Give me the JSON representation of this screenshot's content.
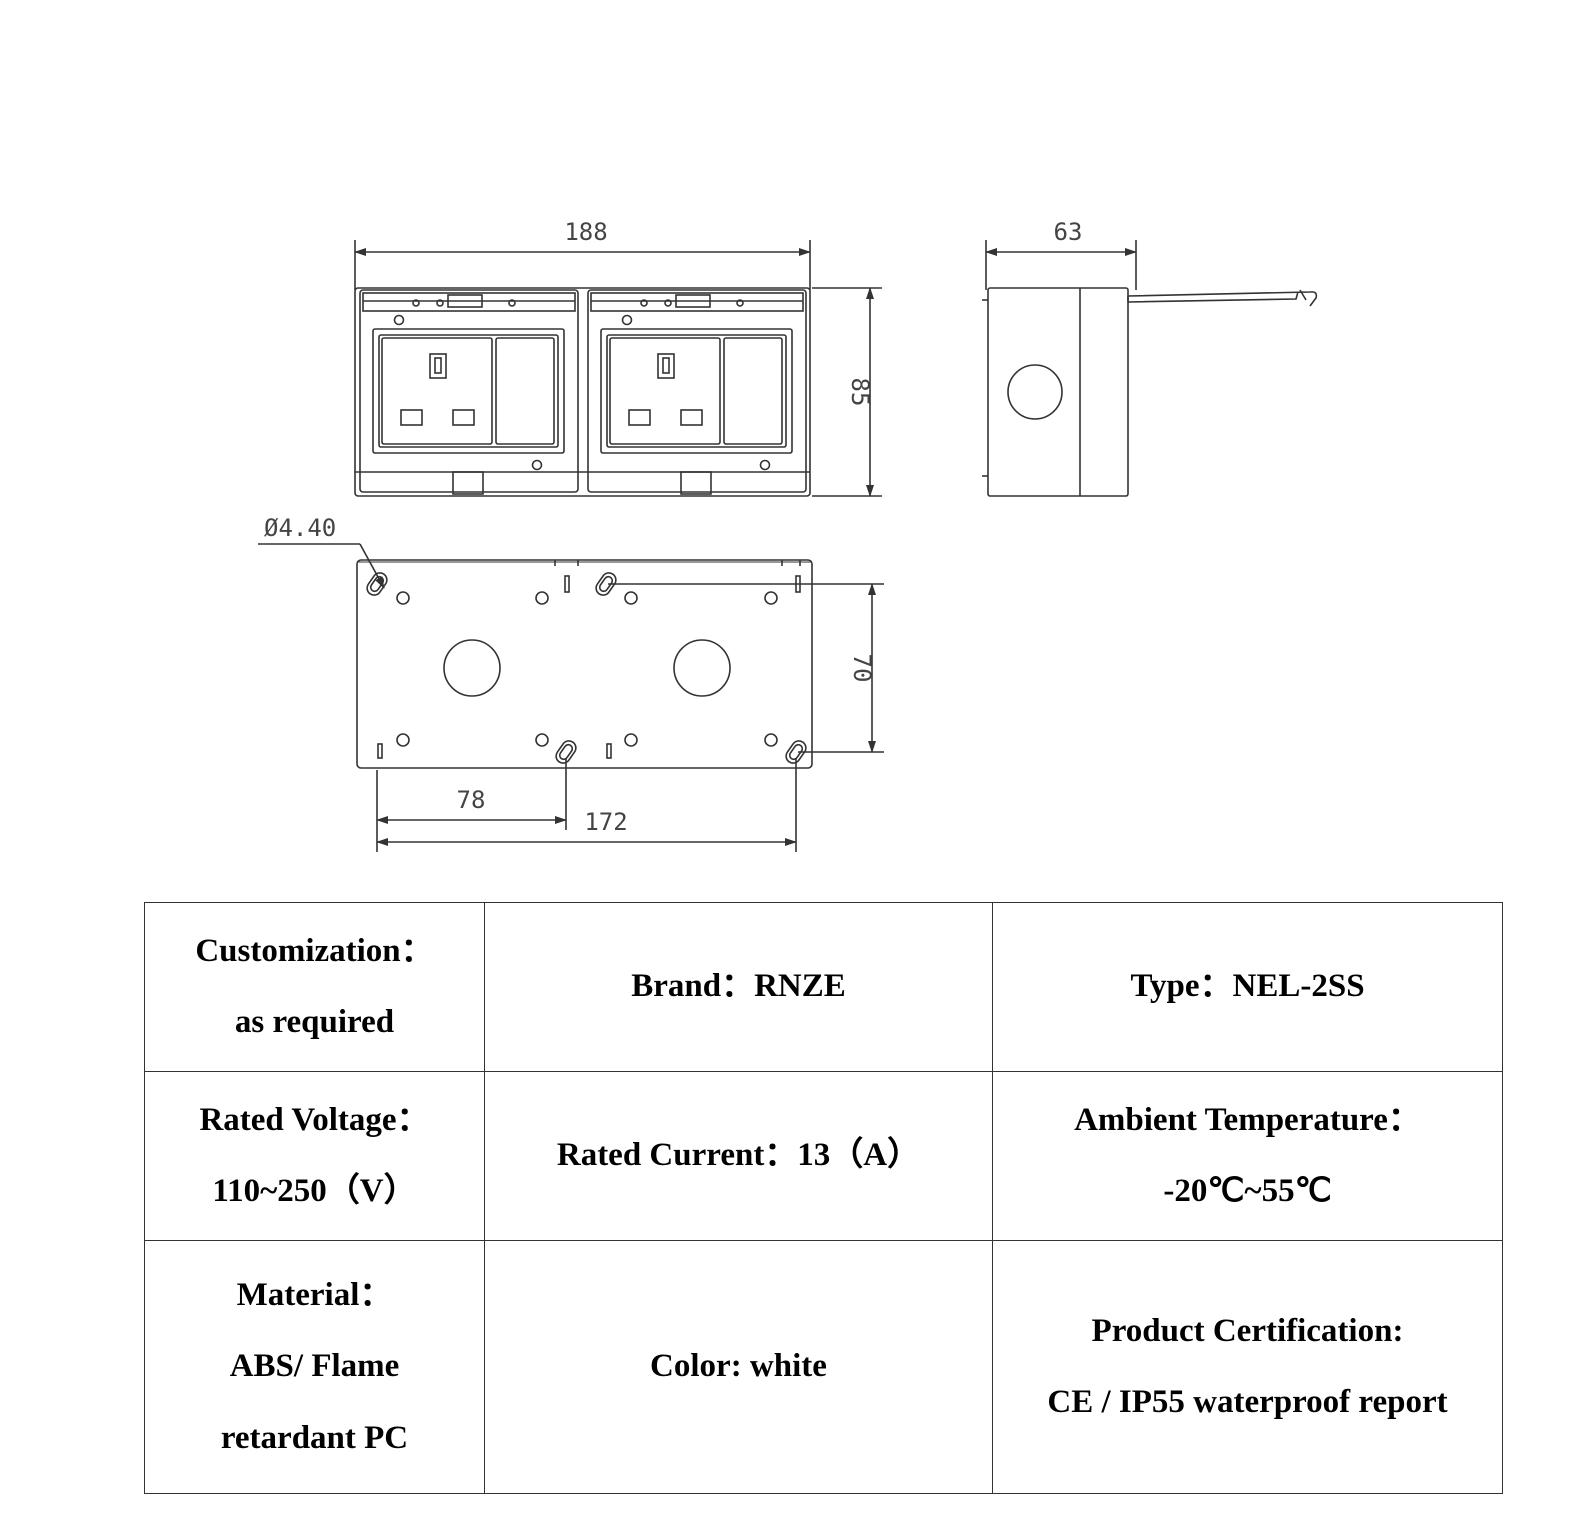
{
  "dimensions": {
    "front_width": "188",
    "front_height": "85",
    "side_depth": "63",
    "hole_diameter": "Ø4.40",
    "back_height": "70",
    "hole_spacing_half": "78",
    "hole_spacing_full": "172"
  },
  "specs": {
    "customization": {
      "label": "Customization：",
      "value": "as required"
    },
    "brand": {
      "text": "Brand：RNZE"
    },
    "type": {
      "text": "Type：NEL-2SS"
    },
    "rated_voltage": {
      "label": "Rated Voltage：",
      "value": "110~250（V）"
    },
    "rated_current": {
      "text": "Rated Current：13（A）"
    },
    "ambient_temperature": {
      "label": "Ambient Temperature：",
      "value": "-20℃~55℃"
    },
    "material": {
      "label": "Material：",
      "value_line1": "ABS/ Flame",
      "value_line2": "retardant PC"
    },
    "color": {
      "text": "Color: white"
    },
    "certification": {
      "label": "Product Certification:",
      "value": "CE / IP55 waterproof report"
    }
  }
}
